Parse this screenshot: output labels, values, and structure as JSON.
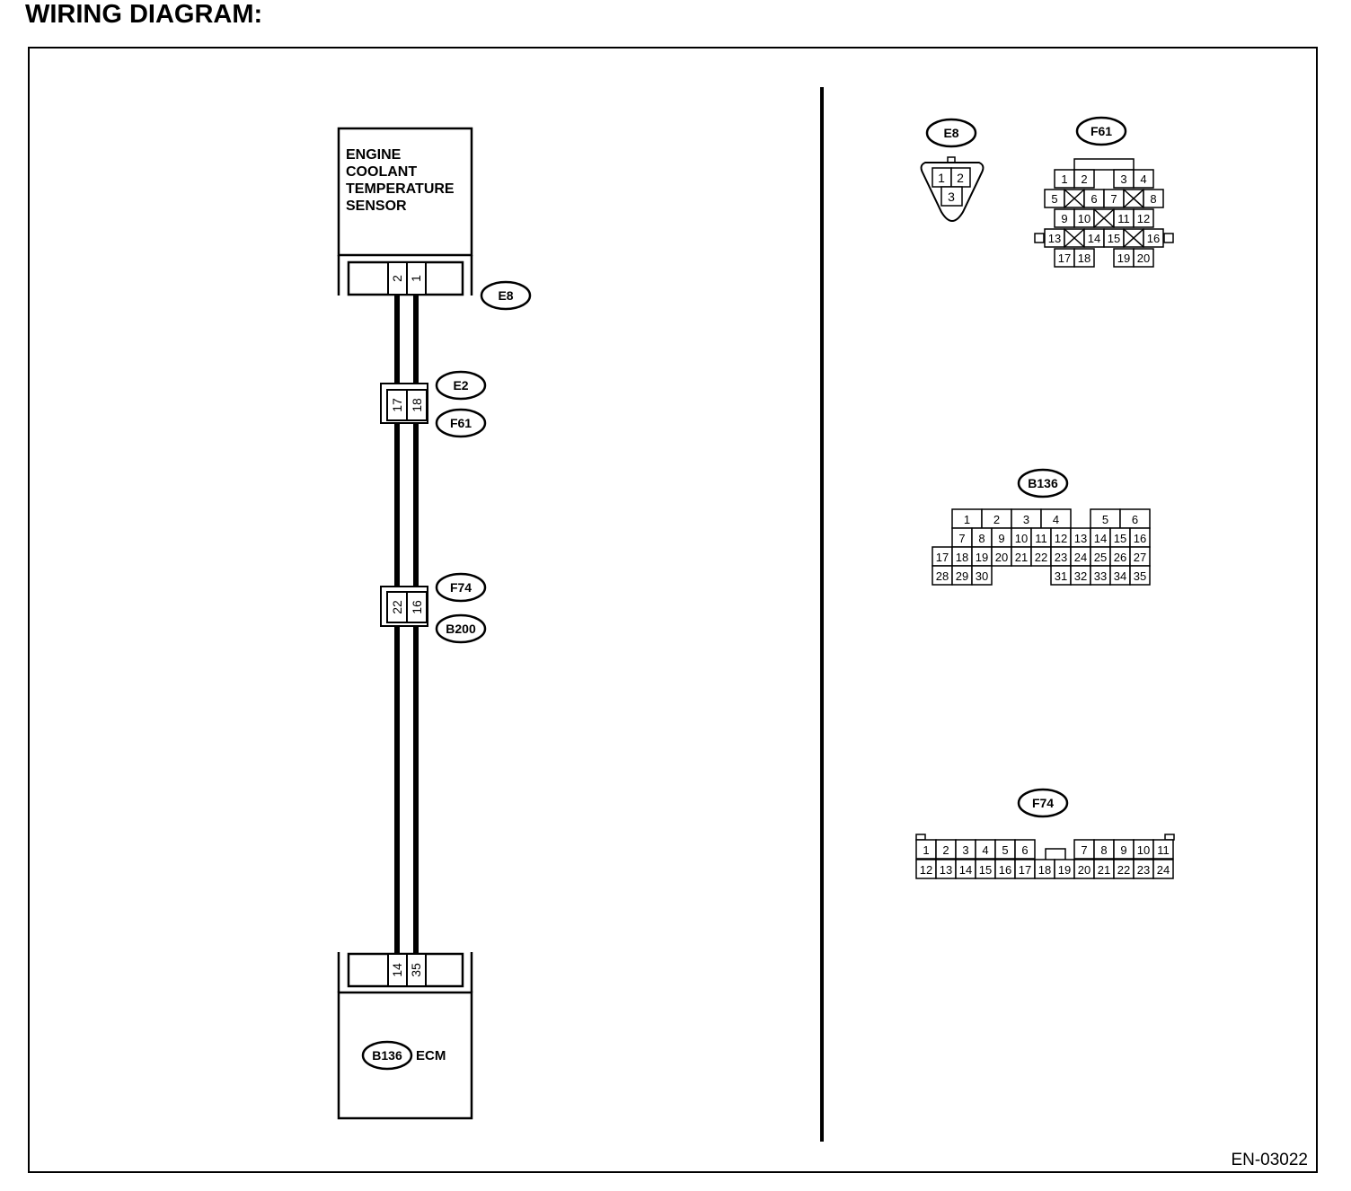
{
  "page_title": "WIRING DIAGRAM:",
  "figure_code": "EN-03022",
  "sensor": {
    "lines": [
      "ENGINE",
      "COOLANT",
      "TEMPERATURE",
      "SENSOR"
    ],
    "connector": "E8",
    "pins": [
      "2",
      "1"
    ]
  },
  "junction_1": {
    "top_label": "E2",
    "bottom_label": "F61",
    "pins": [
      "17",
      "18"
    ]
  },
  "junction_2": {
    "top_label": "F74",
    "bottom_label": "B200",
    "pins": [
      "22",
      "16"
    ]
  },
  "ecm": {
    "connector": "B136",
    "label": "ECM",
    "pins": [
      "14",
      "35"
    ]
  },
  "views": {
    "e8": {
      "label": "E8",
      "pins": [
        "1",
        "2",
        "3"
      ]
    },
    "f61": {
      "label": "F61",
      "rows": [
        [
          "1",
          "2",
          "",
          "3",
          "4"
        ],
        [
          "5",
          "X",
          "6",
          "7",
          "X",
          "8"
        ],
        [
          "9",
          "10",
          "X",
          "11",
          "12"
        ],
        [
          "13",
          "X",
          "14",
          "15",
          "X",
          "16"
        ],
        [
          "17",
          "18",
          "",
          "19",
          "20"
        ]
      ]
    },
    "b136": {
      "label": "B136",
      "rows": [
        [
          "1",
          "2",
          "3",
          "4",
          "5",
          "6"
        ],
        [
          "7",
          "8",
          "9",
          "10",
          "11",
          "12",
          "13",
          "14",
          "15",
          "16"
        ],
        [
          "17",
          "18",
          "19",
          "20",
          "21",
          "22",
          "23",
          "24",
          "25",
          "26",
          "27"
        ],
        [
          "28",
          "29",
          "30",
          "31",
          "32",
          "33",
          "34",
          "35"
        ]
      ]
    },
    "f74": {
      "label": "F74",
      "rows": [
        [
          "1",
          "2",
          "3",
          "4",
          "5",
          "6",
          "7",
          "8",
          "9",
          "10",
          "11"
        ],
        [
          "12",
          "13",
          "14",
          "15",
          "16",
          "17",
          "18",
          "19",
          "20",
          "21",
          "22",
          "23",
          "24"
        ]
      ]
    }
  }
}
